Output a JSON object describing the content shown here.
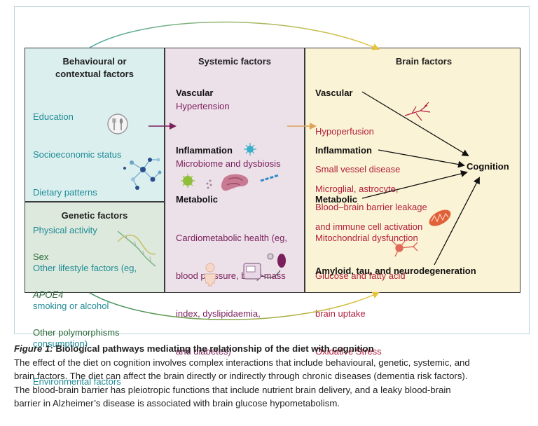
{
  "colors": {
    "behavioural_bg": "#dcefef",
    "genetic_bg": "#dde9dd",
    "systemic_bg": "#ece0e9",
    "brain_bg": "#fbf3d5",
    "behavioural_text": "#1e8b95",
    "genetic_text": "#2d6b3b",
    "systemic_text": "#7a1f5b",
    "brain_text": "#b2203f"
  },
  "behavioural": {
    "title_line1": "Behavioural or",
    "title_line2": "contextual factors",
    "items": [
      "Education",
      "Socioeconomic status",
      "Dietary patterns",
      "Physical activity",
      "Other lifestyle factors (eg,",
      "smoking or alcohol",
      "consumption)",
      "Environmental factors"
    ]
  },
  "genetic": {
    "title": "Genetic factors",
    "items": [
      "Sex",
      "APOE4",
      "Other polymorphisms"
    ]
  },
  "systemic": {
    "title": "Systemic factors",
    "vascular_heading": "Vascular",
    "vascular_items": [
      "Hypertension"
    ],
    "inflammation_heading": "Inflammation",
    "inflammation_items": [
      "Microbiome and dysbiosis"
    ],
    "metabolic_heading": "Metabolic",
    "metabolic_items": [
      "Cardiometabolic health (eg,",
      "blood pressure, body-mass",
      "index, dyslipidaemia,",
      "and diabetes)"
    ]
  },
  "brain": {
    "title": "Brain factors",
    "vascular_heading": "Vascular",
    "vascular_items": [
      "Hypoperfusion",
      "Small vessel disease",
      "Blood–brain barrier leakage"
    ],
    "inflammation_heading": "Inflammation",
    "inflammation_items": [
      "Microglial, astrocyte,",
      "and immune cell activation"
    ],
    "metabolic_heading": "Metabolic",
    "metabolic_items": [
      "Mitochondrial dysfunction",
      "Glucose and fatty acid",
      "brain uptake",
      "Oxidative Stress"
    ],
    "amyloid_heading": "Amyloid, tau, and neurodegeneration"
  },
  "outcome": "Cognition",
  "icons": [
    "cutlery-icon",
    "network-icon",
    "dna-icon",
    "virus-icon",
    "bacteria-icon",
    "gut-icon",
    "child-icon",
    "blood-pressure-monitor-icon",
    "blood-vessel-icon",
    "mitochondria-icon",
    "neuron-icon"
  ],
  "caption": {
    "label": "Figure 1:",
    "title": "Biological pathways mediating the relationship of the diet with cognition",
    "body_lines": [
      "The effect of the diet on cognition involves complex interactions that include behavioural, genetic, systemic, and",
      "brain factors. The diet can affect the brain directly or indirectly through chronic diseases (dementia risk factors).",
      "The blood-brain barrier has pleiotropic functions that include nutrient brain delivery, and a leaky blood-brain",
      "barrier in Alzheimer’s disease is associated with brain glucose hypometabolism."
    ]
  }
}
